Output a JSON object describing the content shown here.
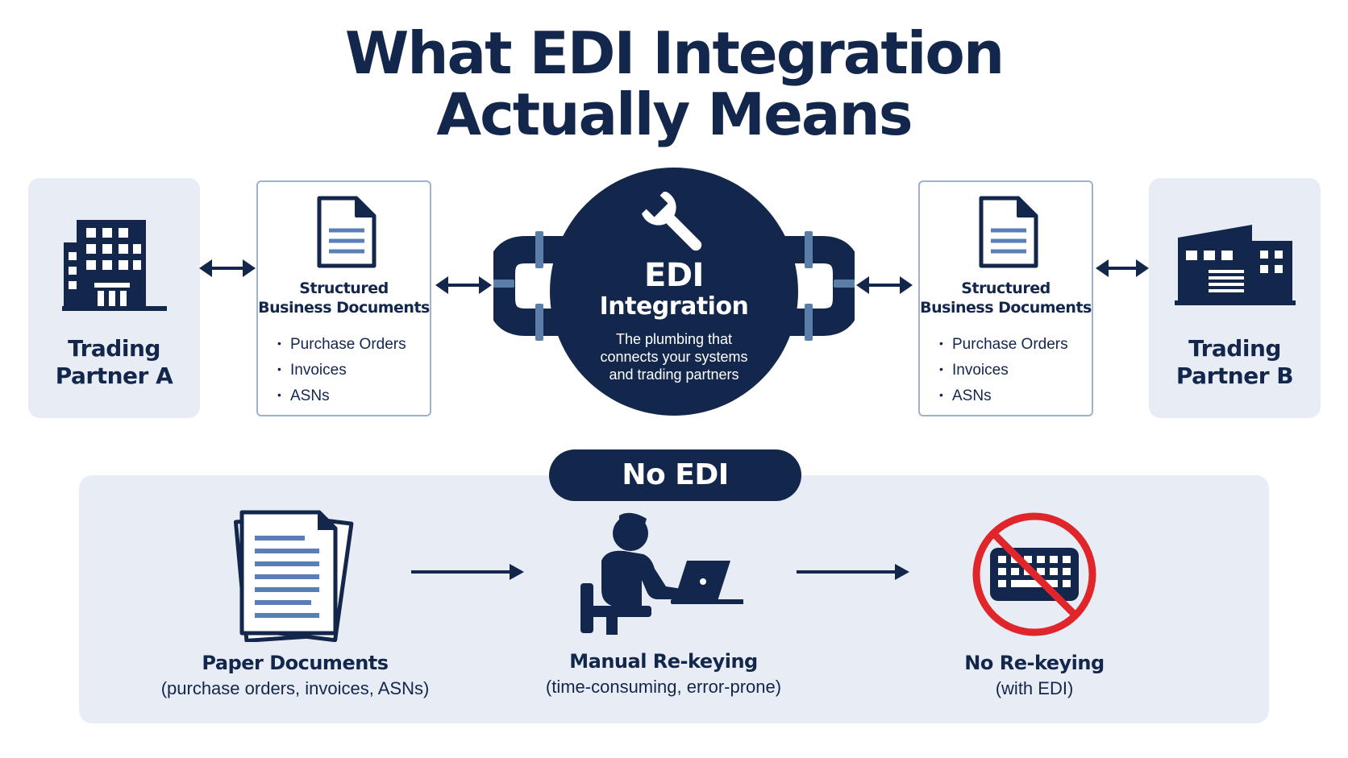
{
  "title": {
    "line1": "What EDI Integration",
    "line2": "Actually Means"
  },
  "flow": {
    "partner_a": {
      "line1": "Trading",
      "line2": "Partner A",
      "icon": "office-building-icon"
    },
    "partner_b": {
      "line1": "Trading",
      "line2": "Partner B",
      "icon": "warehouse-icon"
    },
    "documents_left": {
      "title_line1": "Structured",
      "title_line2": "Business Documents",
      "items": [
        "Purchase Orders",
        "Invoices",
        "ASNs"
      ],
      "icon": "document-icon"
    },
    "documents_right": {
      "title_line1": "Structured",
      "title_line2": "Business Documents",
      "items": [
        "Purchase Orders",
        "Invoices",
        "ASNs"
      ],
      "icon": "document-icon"
    },
    "hub": {
      "line1": "EDI",
      "line2": "Integration",
      "desc_line1": "The plumbing that",
      "desc_line2": "connects your systems",
      "desc_line3": "and trading partners",
      "icon": "wrench-icon"
    }
  },
  "no_edi": {
    "badge": "No EDI",
    "steps": [
      {
        "title": "Paper Documents",
        "subtitle": "(purchase orders, invoices, ASNs)",
        "icon": "paper-stack-icon"
      },
      {
        "title": "Manual Re-keying",
        "subtitle": "(time-consuming, error-prone)",
        "icon": "person-laptop-icon"
      },
      {
        "title": "No Re-keying",
        "subtitle": "(with EDI)",
        "icon": "no-keyboard-icon"
      }
    ]
  },
  "colors": {
    "navy": "#13264b",
    "panel": "#e8edf5",
    "card_border": "#9fb2cc",
    "doc_lines": "#5a7fb8",
    "prohibit_red": "#e0262b",
    "pipe_joint": "#5b7ea8"
  }
}
